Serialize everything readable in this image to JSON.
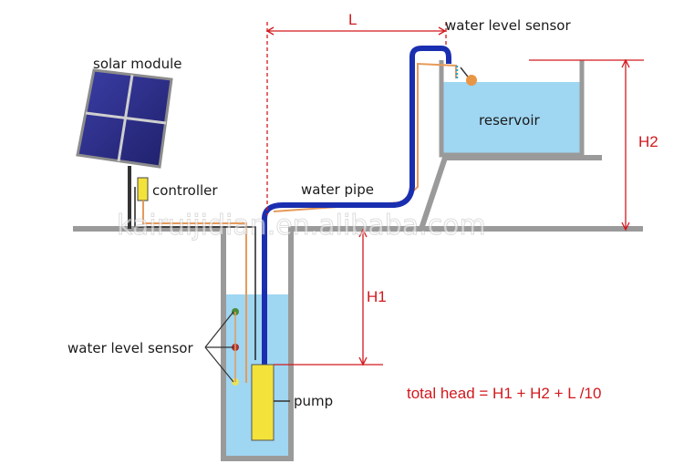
{
  "labels": {
    "solar_module": "solar module",
    "controller": "controller",
    "water_pipe": "water pipe",
    "water_level_sensor_top": "water level sensor",
    "water_level_sensor_well": "water level sensor",
    "reservoir": "reservoir",
    "pump": "pump",
    "l": "L",
    "h1": "H1",
    "h2": "H2",
    "formula": "total head = H1 + H2 + L /10"
  },
  "watermark": "kairuijidian.en.alibaba.com",
  "colors": {
    "water": "#9fd6f2",
    "pipe": "#1a2fb0",
    "ground": "#9a9a9a",
    "annotation": "#d2191e",
    "pump": "#f3e23a",
    "solar_panel": "#2d2f86",
    "cable": "#e69a5a"
  }
}
